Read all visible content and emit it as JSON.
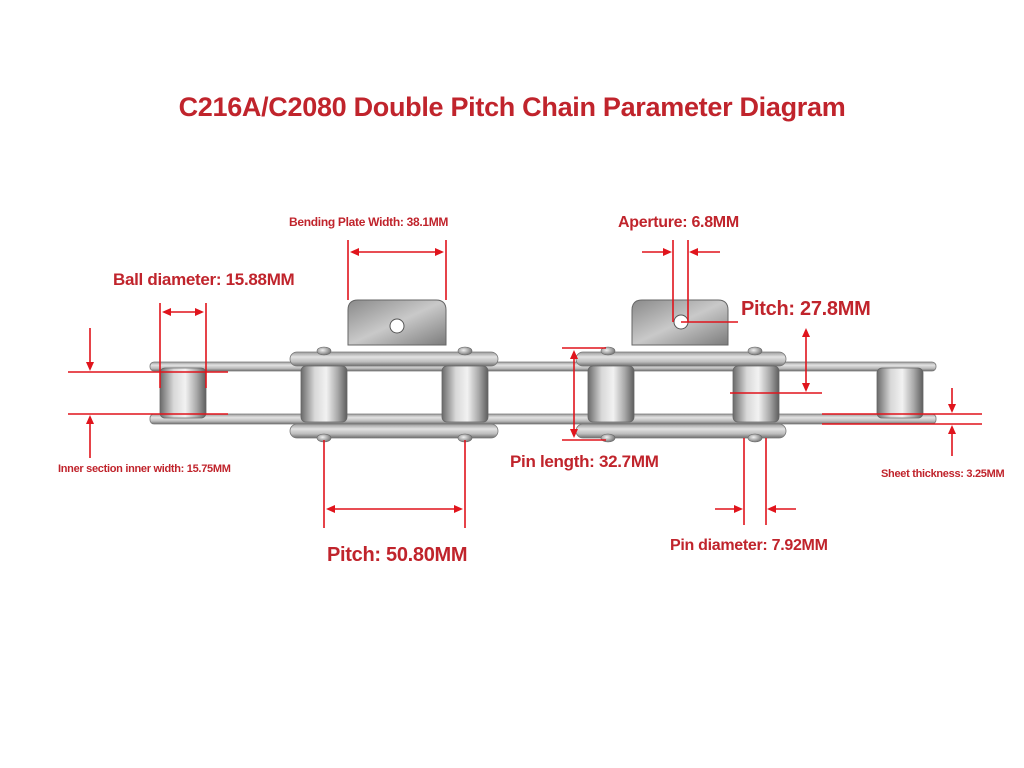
{
  "title": "C216A/C2080 Double Pitch Chain Parameter Diagram",
  "labels": {
    "bending_plate_width": "Bending Plate Width: 38.1MM",
    "aperture": "Aperture: 6.8MM",
    "ball_diameter": "Ball diameter: 15.88MM",
    "pitch_small": "Pitch: 27.8MM",
    "inner_width": "Inner section inner width: 15.75MM",
    "pin_length": "Pin length: 32.7MM",
    "sheet_thickness": "Sheet thickness: 3.25MM",
    "pin_diameter": "Pin diameter: 7.92MM",
    "pitch_large": "Pitch: 50.80MM"
  },
  "colors": {
    "annotation": "#c0242c",
    "dimension_line": "#e0141c",
    "metal_light": "#d4d4d4",
    "metal_dark": "#7a7a7a"
  }
}
